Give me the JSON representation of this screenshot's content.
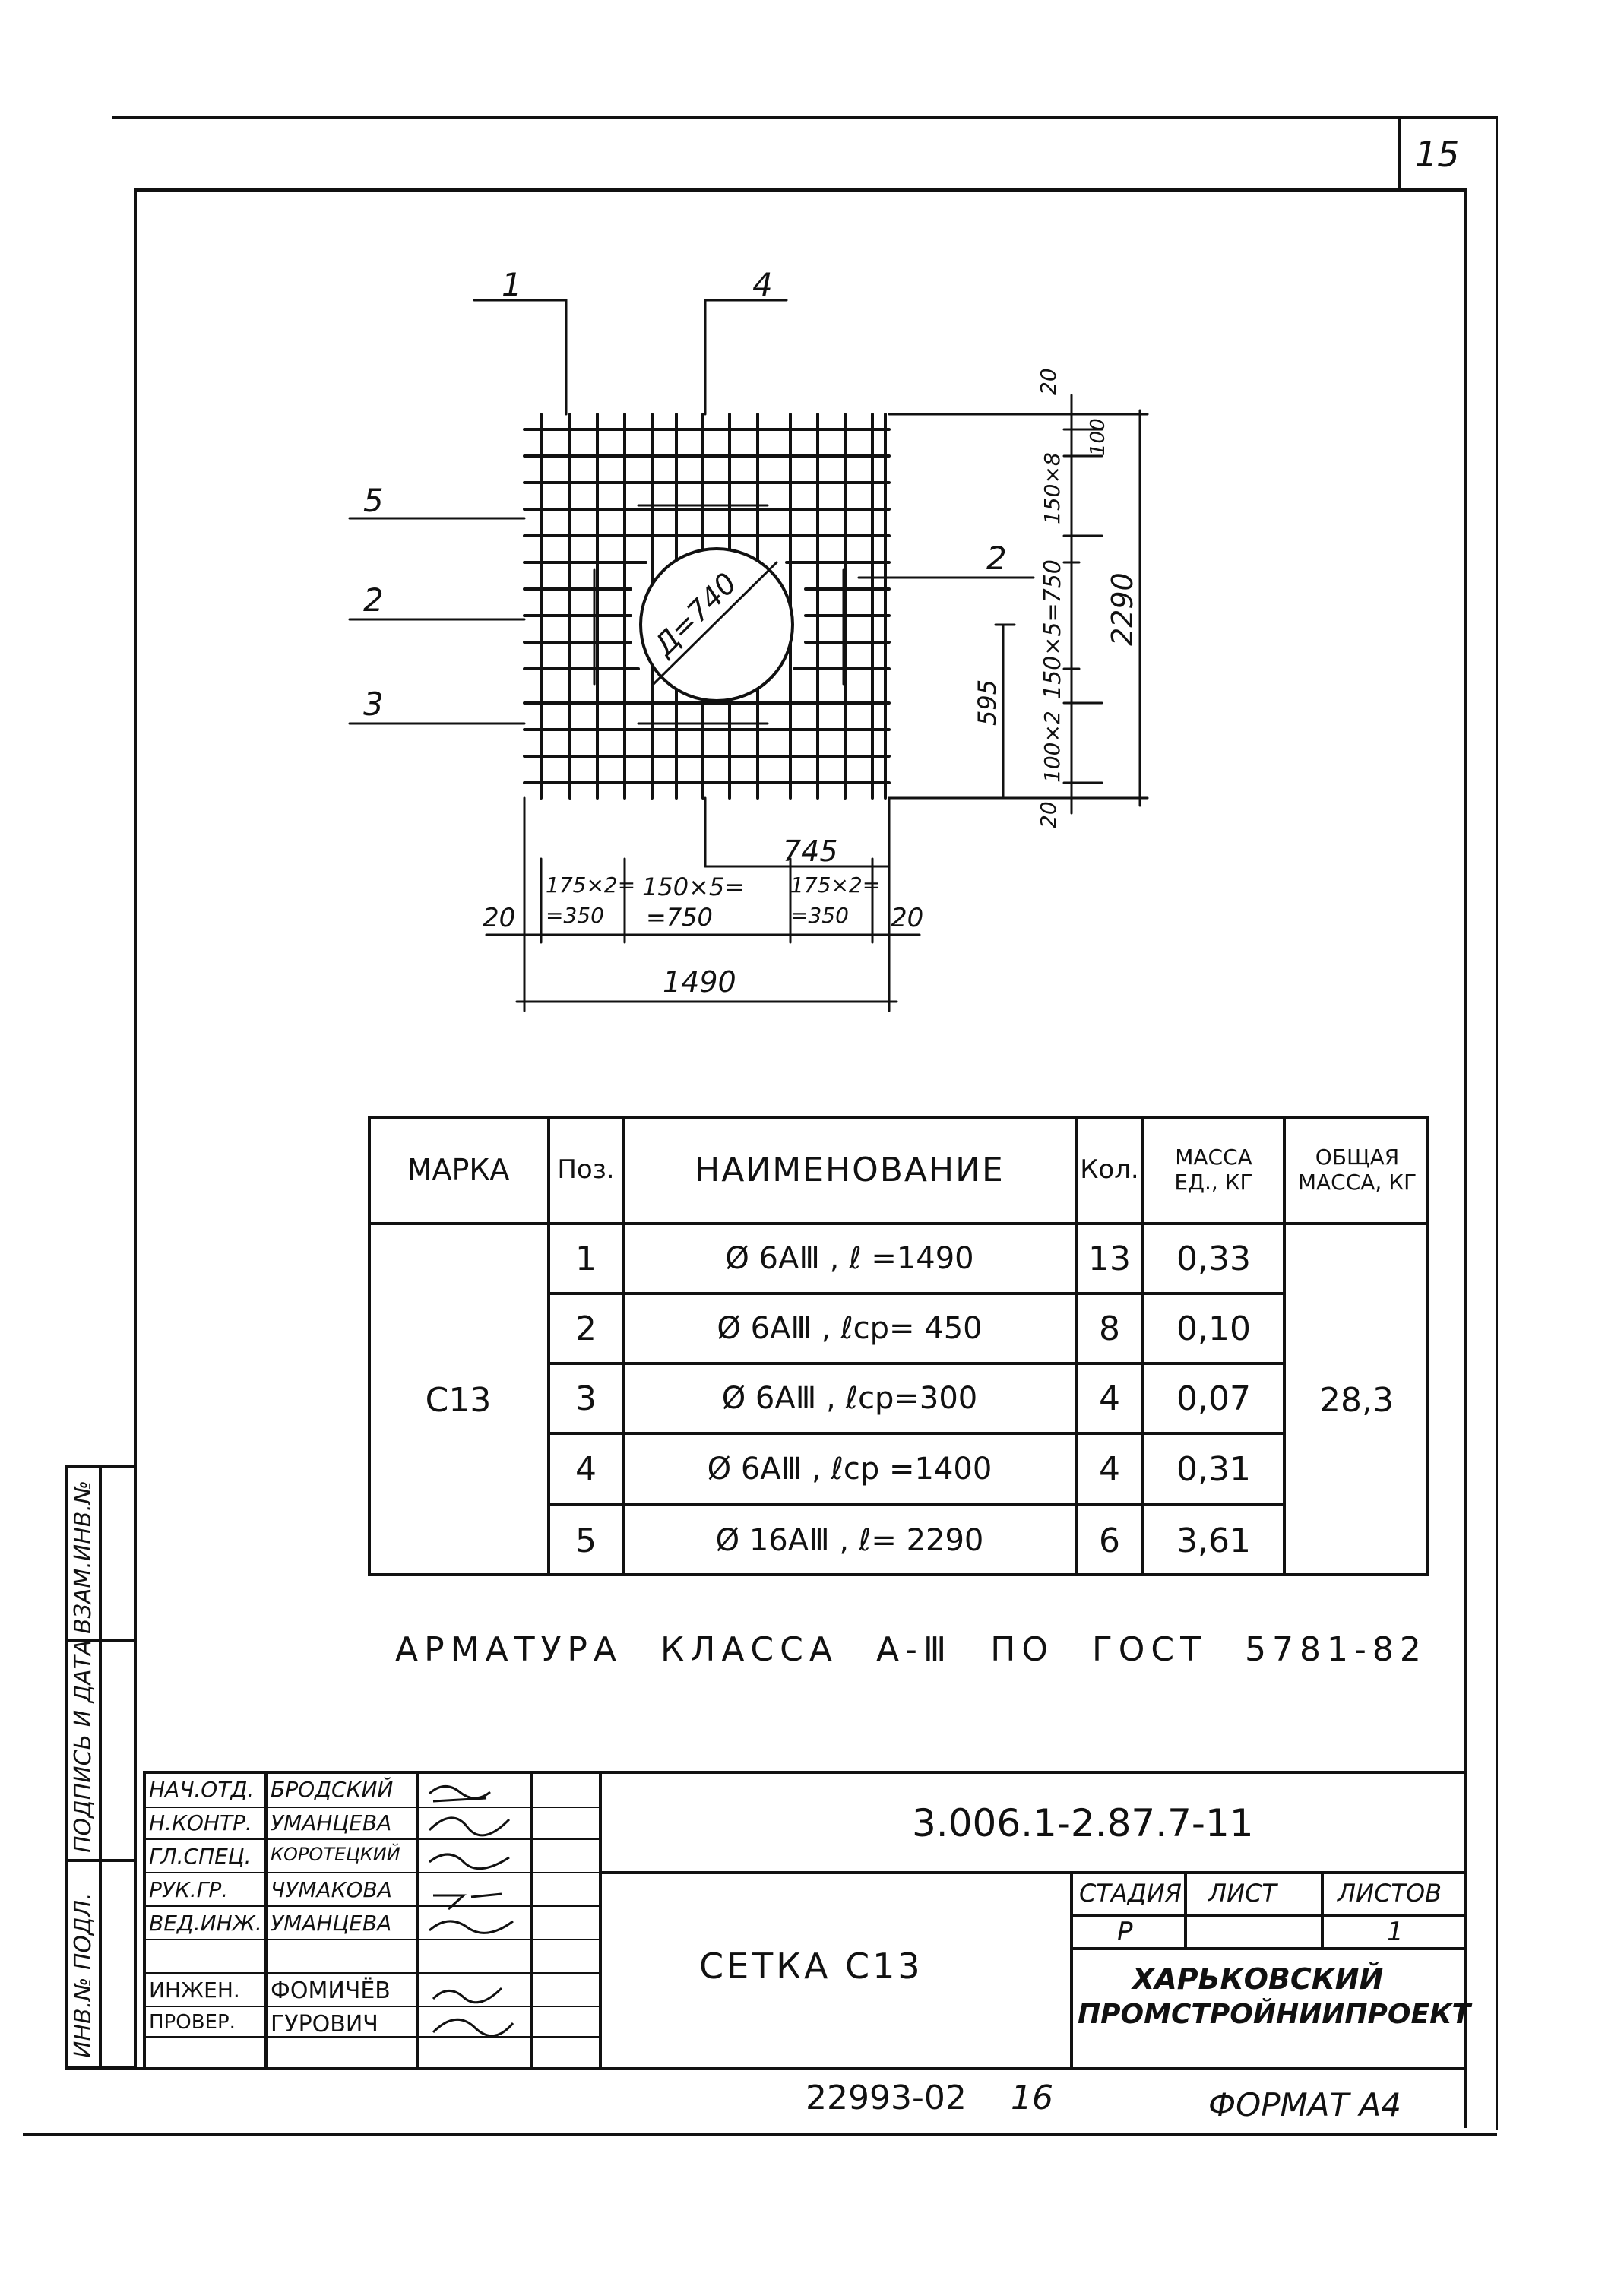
{
  "sheet": {
    "page_number": "15",
    "format_label": "ФОРМАТ А4",
    "inventory_number": "22993-02",
    "inventory_copy": "16"
  },
  "drawing": {
    "leaders": [
      "1",
      "4",
      "5",
      "2",
      "3",
      "2"
    ],
    "hole_label": "Д=740",
    "dim_top": [
      "20",
      "100"
    ],
    "dim_right_inner": [
      "150×8",
      "150×5=750",
      "100×2"
    ],
    "dim_595": "595",
    "dim_2290": "2290",
    "dim_bottom_20": "20",
    "dim_745": "745",
    "dim_bottom": [
      "20",
      "175×2=",
      "=350",
      "150×5=",
      "=750",
      "175×2=",
      "=350",
      "20"
    ],
    "dim_1490": "1490"
  },
  "spec_table": {
    "headers": [
      "МАРКА",
      "Поз.",
      "НАИМЕНОВАНИЕ",
      "Кол.",
      "МАССА ЕД., КГ",
      "ОБЩАЯ МАССА, КГ"
    ],
    "mark": "С13",
    "total_mass": "28,3",
    "rows": [
      {
        "pos": "1",
        "name": "Ø 6АⅢ , ℓ =1490",
        "qty": "13",
        "mass": "0,33"
      },
      {
        "pos": "2",
        "name": "Ø 6АⅢ , ℓср= 450",
        "qty": "8",
        "mass": "0,10"
      },
      {
        "pos": "3",
        "name": "Ø 6АⅢ , ℓср=300",
        "qty": "4",
        "mass": "0,07"
      },
      {
        "pos": "4",
        "name": "Ø 6АⅢ , ℓср =1400",
        "qty": "4",
        "mass": "0,31"
      },
      {
        "pos": "5",
        "name": "Ø 16АⅢ , ℓ= 2290",
        "qty": "6",
        "mass": "3,61"
      }
    ]
  },
  "note": "АРМАТУРА КЛАССА А-Ⅲ ПО ГОСТ 5781-82",
  "side_strip": [
    "ИНВ.№ ПОДЛ.",
    "ПОДПИСЬ И ДАТА",
    "ВЗАМ.ИНВ.№"
  ],
  "title_block": {
    "doc_code": "3.006.1-2.87.7-11",
    "title": "СЕТКА С13",
    "roles": [
      {
        "role": "НАЧ.ОТД.",
        "name": "БРОДСКИЙ"
      },
      {
        "role": "Н.КОНТР.",
        "name": "УМАНЦЕВА"
      },
      {
        "role": "ГЛ.СПЕЦ.",
        "name": "КОРОТЕЦКИЙ"
      },
      {
        "role": "РУК.ГР.",
        "name": "ЧУМАКОВА"
      },
      {
        "role": "ВЕД.ИНЖ.",
        "name": "УМАНЦЕВА"
      },
      {
        "role": "",
        "name": ""
      },
      {
        "role": "ИНЖЕН.",
        "name": "ФОМИЧЁВ"
      },
      {
        "role": "ПРОВЕР.",
        "name": "ГУРОВИЧ"
      }
    ],
    "stage_header": "СТАДИЯ",
    "sheet_header": "ЛИСТ",
    "sheets_header": "ЛИСТОВ",
    "stage": "Р",
    "sheets": "1",
    "org": [
      "ХАРЬКОВСКИЙ",
      "ПРОМСТРОЙНИИПРОЕКТ"
    ]
  }
}
